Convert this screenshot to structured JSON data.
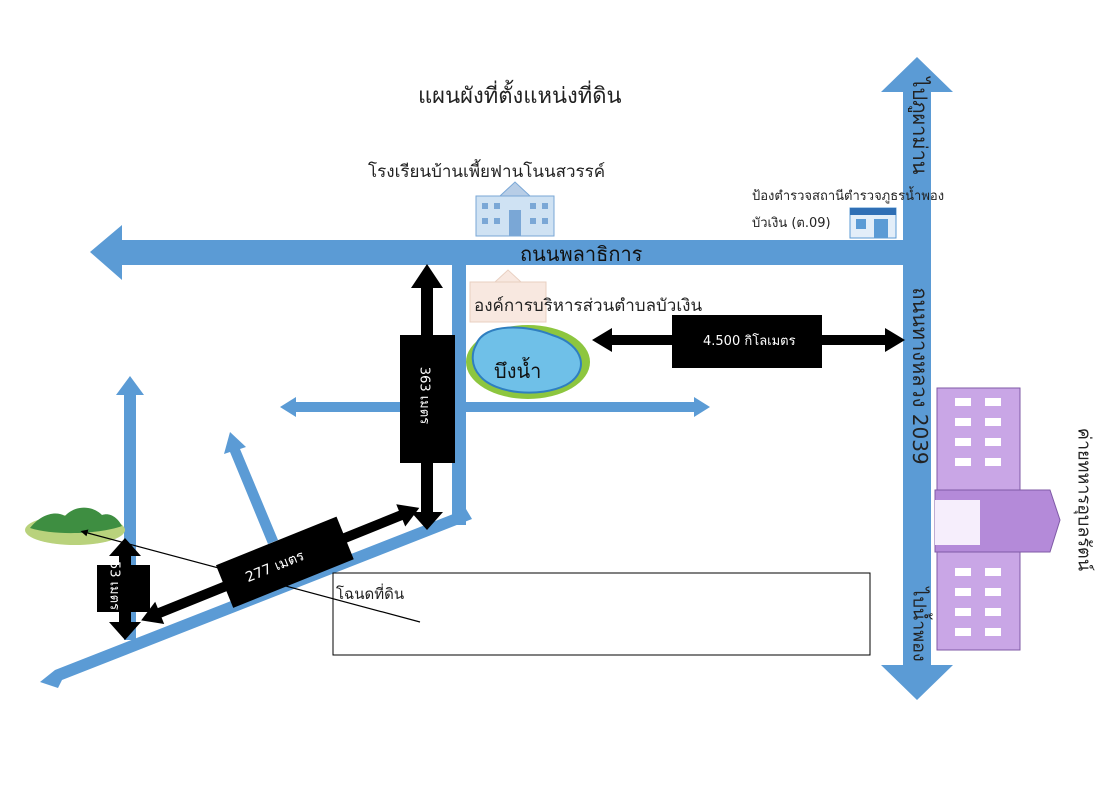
{
  "title": "แผนผังที่ตั้งแหน่งที่ดิน",
  "landmarks": {
    "school": "โรงเรียนบ้านเพี้ยฟานโนนสวรรค์",
    "police_line1": "ป้องตำรวจสถานีตำรวจภูธรน้ำพอง",
    "police_line2": "บัวเงิน (ต.09)",
    "sao": "องค์การบริหารส่วนตำบลบัวเงิน",
    "pond": "บึงน้ำ",
    "camp": "ค่ายทหารอุบลรัตน์"
  },
  "roads": {
    "main": "ถนนพลาธิการ",
    "highway": "ถนนทางหลวง 2039",
    "highway_north": "ไปภูผาม่าน",
    "highway_south": "ไปน้ำพอง"
  },
  "distances": {
    "km": "4.500 กิโลเมตร",
    "m363": "363 เมตร",
    "m277": "277 เมตร",
    "m53": "53 เมตร"
  },
  "plot_label": "โฉนดที่ดิน",
  "colors": {
    "road": "#5b9bd5",
    "road_dark": "#4a86c0",
    "callout": "#000000",
    "pond": "#6fc0e8",
    "pond_edge": "#8dc63f",
    "camp": "#c9a6e6"
  }
}
